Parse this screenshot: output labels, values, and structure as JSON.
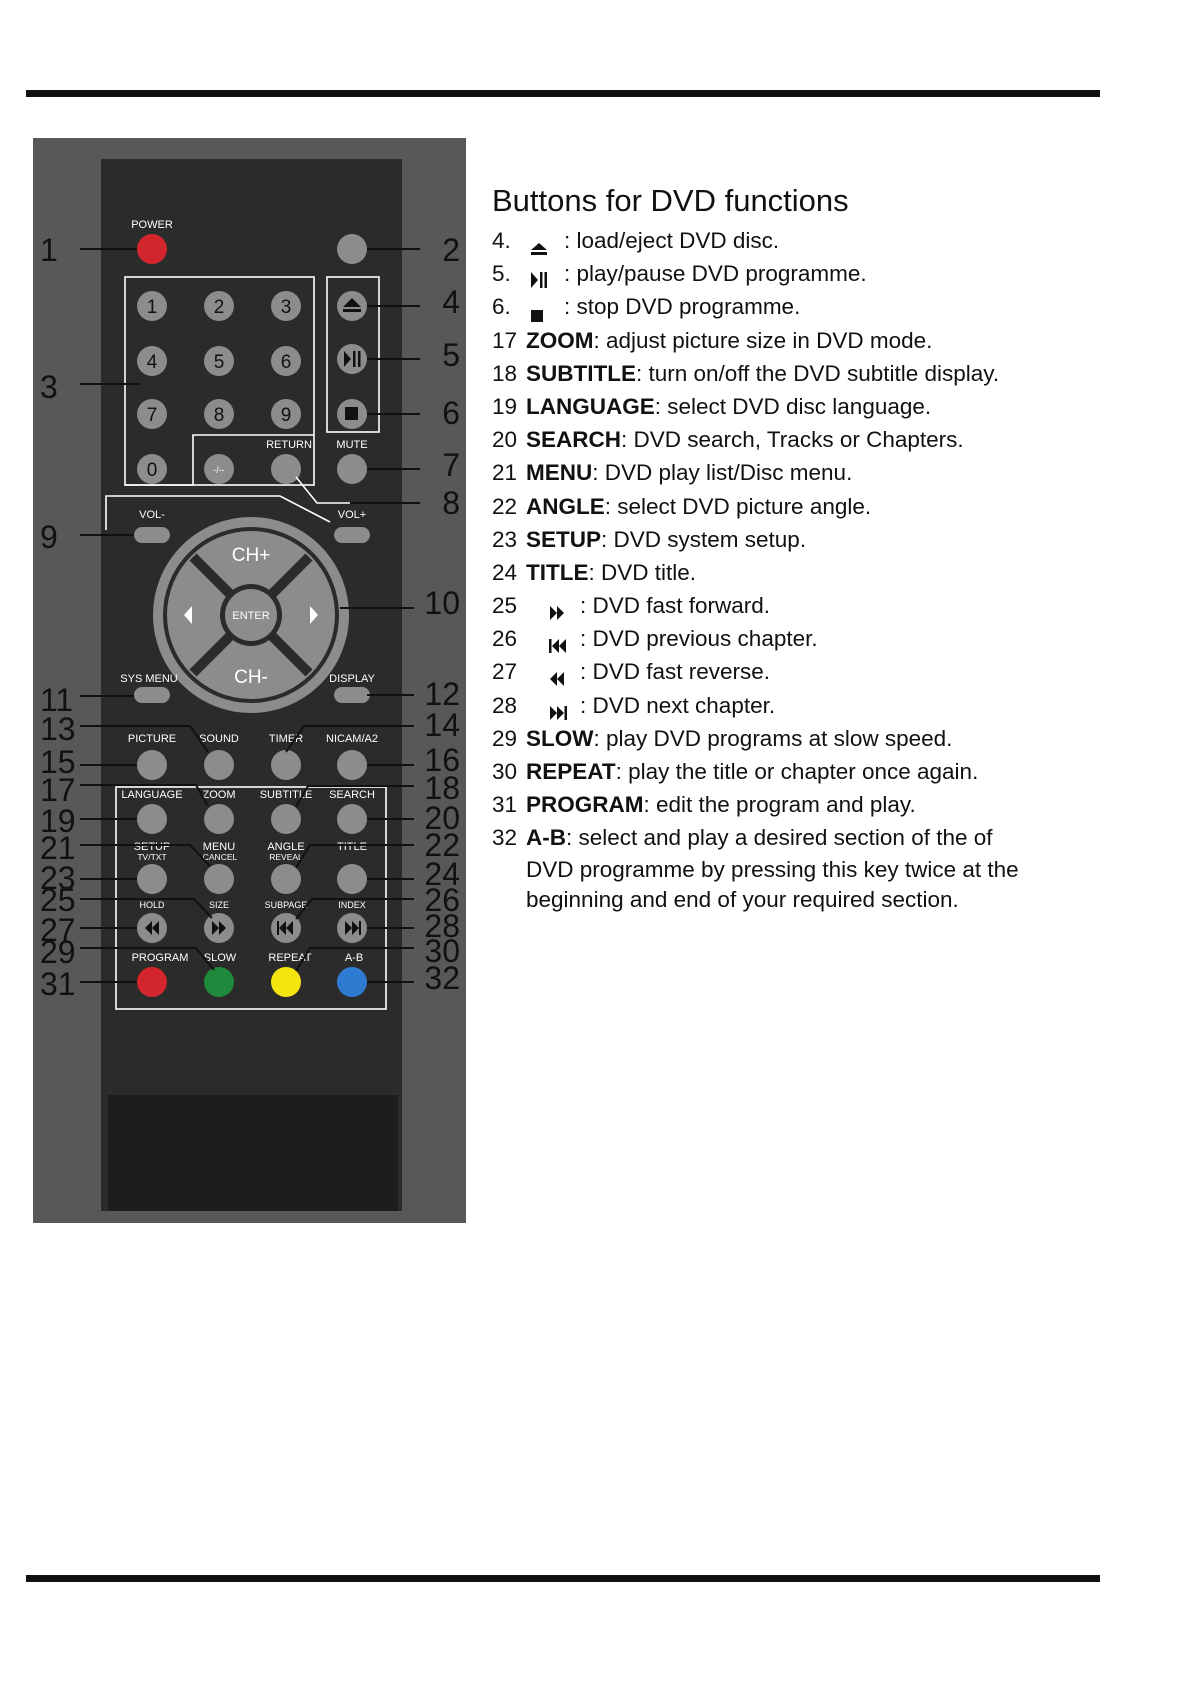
{
  "description": {
    "title": "Buttons for DVD functions",
    "items": [
      {
        "num": "4.",
        "icon": "eject-icon",
        "text": ": load/eject DVD disc."
      },
      {
        "num": "5.",
        "icon": "play-pause-icon",
        "text": ": play/pause DVD programme."
      },
      {
        "num": "6.",
        "icon": "stop-icon",
        "text": ": stop DVD programme."
      },
      {
        "num": "17",
        "key": "ZOOM",
        "text": ": adjust picture size in DVD mode."
      },
      {
        "num": "18",
        "key": "SUBTITLE",
        "text": ":  turn on/off the DVD  subtitle display."
      },
      {
        "num": "19",
        "key": "LANGUAGE",
        "text": ": select DVD disc language."
      },
      {
        "num": "20",
        "key": "SEARCH",
        "text": ": DVD search, Tracks or Chapters."
      },
      {
        "num": "21",
        "key": "MENU",
        "text": ": DVD play list/Disc menu."
      },
      {
        "num": "22",
        "key": "ANGLE",
        "text": ": select DVD picture angle."
      },
      {
        "num": "23",
        "key": "SETUP",
        "text": ": DVD system setup."
      },
      {
        "num": "24",
        "key": "TITLE",
        "text": ": DVD title."
      },
      {
        "num": "25",
        "icon": "fast-forward-icon",
        "text": ": DVD fast forward."
      },
      {
        "num": "26",
        "icon": "previous-chapter-icon",
        "text": ": DVD previous chapter."
      },
      {
        "num": "27",
        "icon": "fast-reverse-icon",
        "text": ": DVD fast reverse."
      },
      {
        "num": "28",
        "icon": "next-chapter-icon",
        "text": ": DVD next chapter."
      },
      {
        "num": "29",
        "key": "SLOW",
        "text": ": play DVD programs at slow speed."
      },
      {
        "num": "30",
        "key": "REPEAT",
        "text": ": play the title or chapter once again."
      },
      {
        "num": "31",
        "key": "PROGRAM",
        "text": ": edit the program and play."
      },
      {
        "num": "32",
        "key": "A-B",
        "text": ":  select and play a desired section of the of"
      }
    ],
    "continuation": [
      "DVD programme by pressing this key twice at the",
      "beginning and end of  your required section."
    ]
  },
  "remote": {
    "callouts": [
      "1",
      "2",
      "3",
      "4",
      "5",
      "6",
      "7",
      "8",
      "9",
      "10",
      "11",
      "12",
      "13",
      "14",
      "15",
      "16",
      "17",
      "18",
      "19",
      "20",
      "21",
      "22",
      "23",
      "24",
      "25",
      "26",
      "27",
      "28",
      "29",
      "30",
      "31",
      "32"
    ],
    "labels": {
      "power": "POWER",
      "return": "RETURN",
      "mute": "MUTE",
      "vol_minus": "VOL-",
      "vol_plus": "VOL+",
      "ch_plus": "CH+",
      "ch_minus": "CH-",
      "enter": "ENTER",
      "sys_menu": "SYS MENU",
      "display": "DISPLAY",
      "picture": "PICTURE",
      "sound": "SOUND",
      "timer": "TIMER",
      "nicam": "NICAM/A2",
      "language": "LANGUAGE",
      "zoom": "ZOOM",
      "subtitle": "SUBTITLE",
      "search": "SEARCH",
      "setup": "SETUP",
      "tv_txt": "TV/TXT",
      "menu": "MENU",
      "cancel": "CANCEL",
      "angle": "ANGLE",
      "reveal": "REVEAL",
      "title": "TITLE",
      "hold": "HOLD",
      "size": "SIZE",
      "subpage": "SUBPAGE",
      "index": "INDEX",
      "program": "PROGRAM",
      "slow": "SLOW",
      "repeat": "REPEAT",
      "ab": "A-B",
      "dash": "-/--"
    },
    "digits": [
      "1",
      "2",
      "3",
      "4",
      "5",
      "6",
      "7",
      "8",
      "9",
      "0"
    ],
    "colors": {
      "panel_outer": "#58585a",
      "panel_inner": "#2b2b2b",
      "button": "#8a8c8e",
      "power": "#d2262c",
      "red": "#d2262c",
      "green": "#1f8a3c",
      "yellow": "#f5e40f",
      "blue": "#2f7bd1"
    }
  }
}
